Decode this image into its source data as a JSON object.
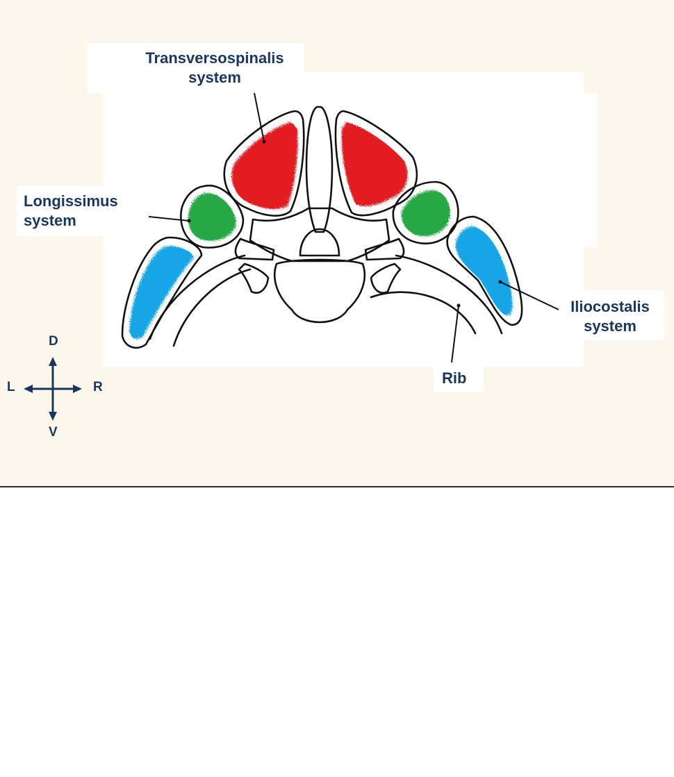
{
  "labels": {
    "transversospinalis": {
      "line1": "Transversospinalis",
      "line2": "system"
    },
    "longissimus": {
      "line1": "Longissimus",
      "line2": "system"
    },
    "iliocostalis": {
      "line1": "Iliocostalis",
      "line2": "system"
    },
    "rib": "Rib"
  },
  "compass": {
    "dorsal": "D",
    "ventral": "V",
    "left": "L",
    "right": "R"
  },
  "colors": {
    "transversospinalis": "#e31b23",
    "longissimus": "#27a844",
    "iliocostalis": "#14a5e6",
    "label_text": "#17375e",
    "slide_background": "#fdf6ea"
  }
}
